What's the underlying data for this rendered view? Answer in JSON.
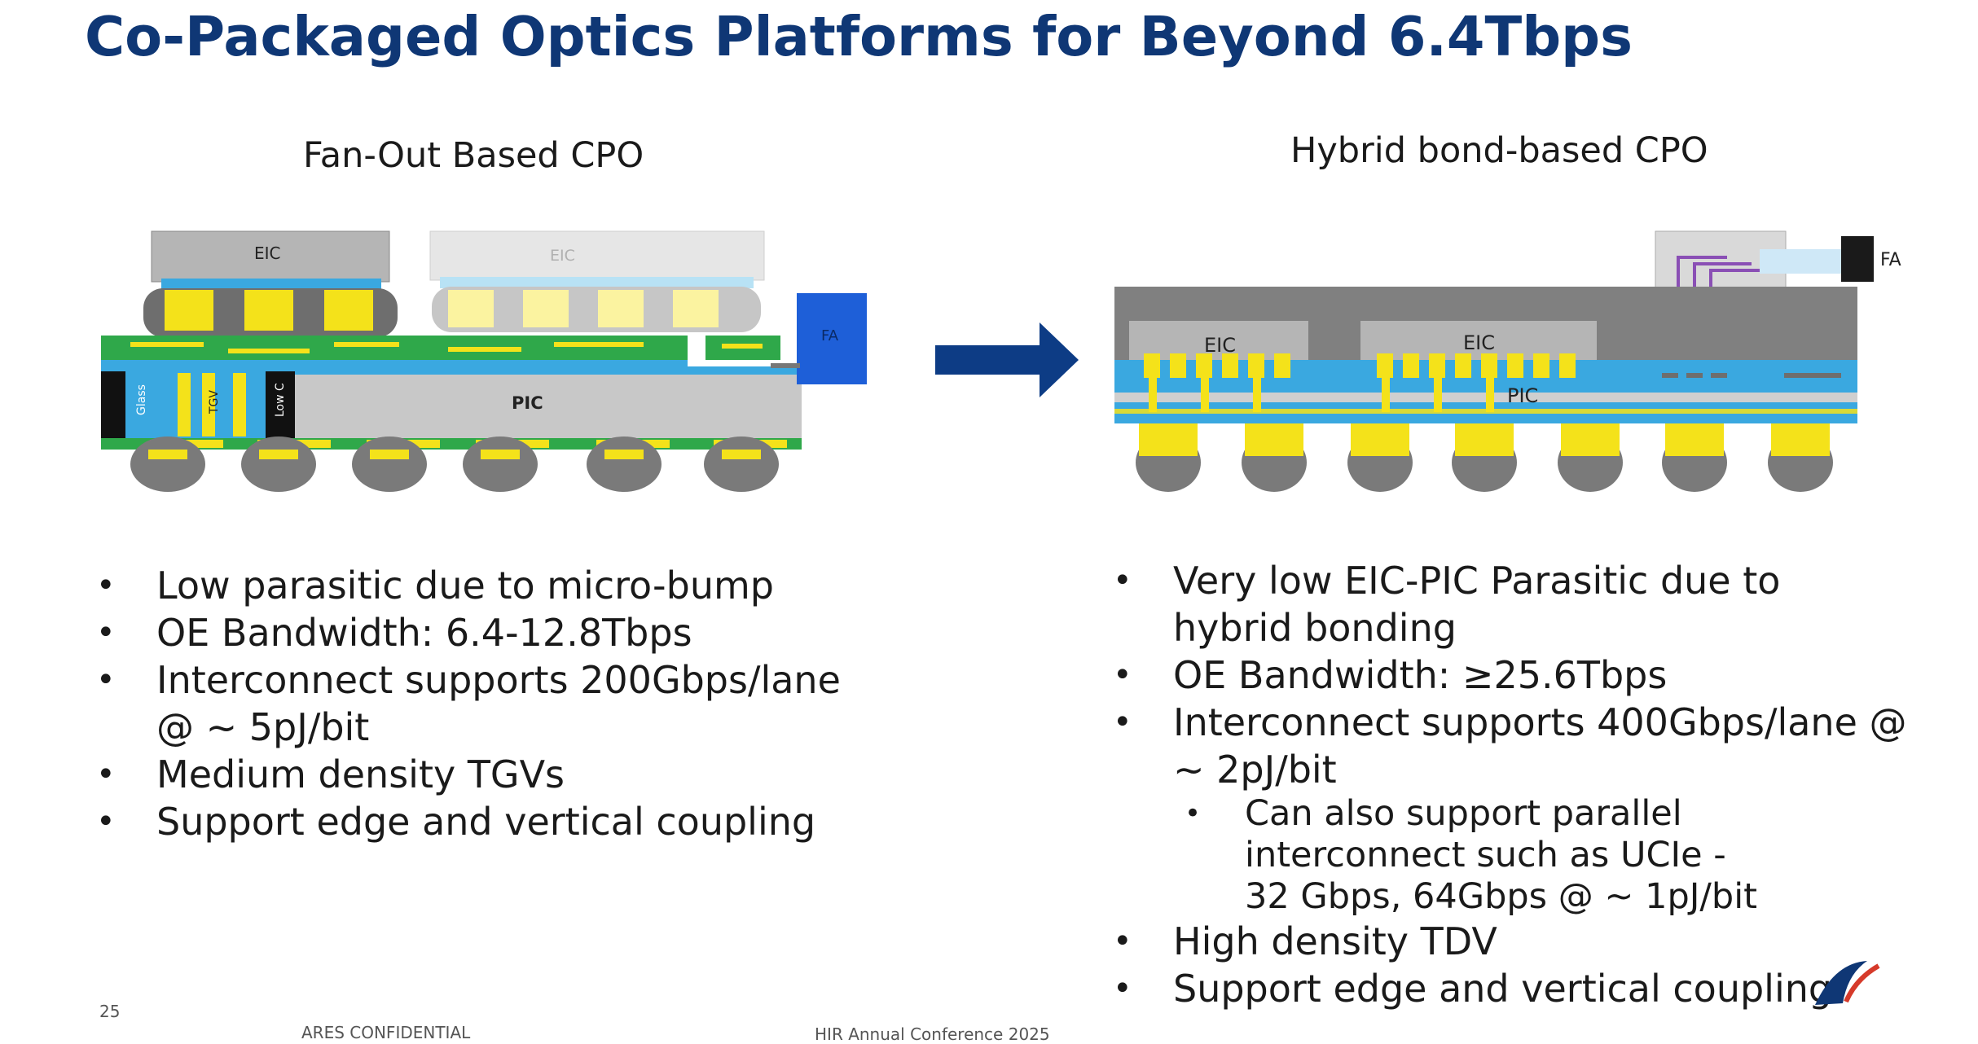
{
  "title": "Co-Packaged Optics Platforms for Beyond 6.4Tbps",
  "left": {
    "heading": "Fan-Out Based CPO",
    "labels": {
      "eic": "EIC",
      "eic_ghost": "EIC",
      "pic": "PIC",
      "fa": "FA",
      "glass": "Glass",
      "tgv": "TGV",
      "low_c": "Low C"
    },
    "bullets": [
      "Low parasitic due to micro-bump",
      "OE Bandwidth: 6.4-12.8Tbps",
      "Interconnect supports 200Gbps/lane @ ~ 5pJ/bit",
      "Medium density TGVs",
      "Support edge and vertical coupling"
    ]
  },
  "right": {
    "heading": "Hybrid bond-based CPO",
    "labels": {
      "eic1": "EIC",
      "eic2": "EIC",
      "pic": "PIC",
      "fa": "FA"
    },
    "bullets": [
      "Very low EIC-PIC Parasitic due to hybrid bonding",
      "OE Bandwidth: ≥25.6Tbps",
      "Interconnect supports 400Gbps/lane @ ~ 2pJ/bit"
    ],
    "sub_bullet": "Can also support parallel interconnect such as UCIe - 32 Gbps, 64Gbps @ ~ 1pJ/bit",
    "bullets_after": [
      "High density TDV",
      "Support edge and vertical coupling"
    ]
  },
  "footer": {
    "page_number": "25",
    "confidential": "ARES CONFIDENTIAL",
    "conference": "HIR Annual Conference 2025"
  },
  "colors": {
    "title": "#0f3775",
    "arrow": "#0d3c85",
    "green": "#2fa84a",
    "yellow": "#f4e21a",
    "gray": "#808080",
    "light_gray": "#c8c8c8",
    "blue_layer": "#3aa8e0",
    "fa_blue": "#1e5fd8"
  }
}
